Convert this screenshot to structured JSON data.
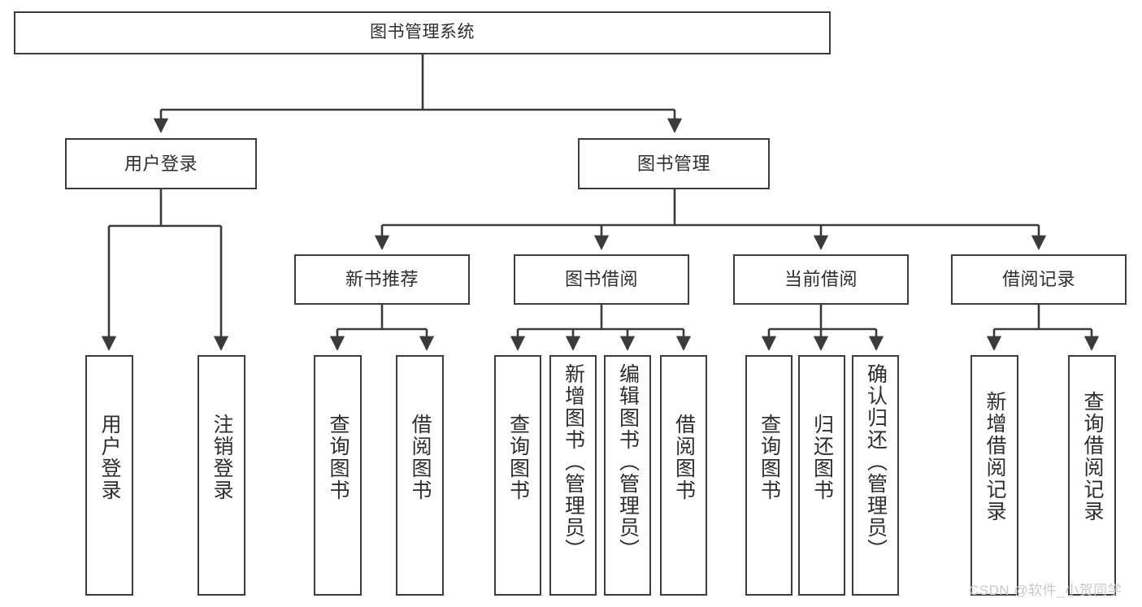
{
  "diagram": {
    "title": "图书管理系统",
    "type": "tree-hierarchy",
    "nodes": {
      "root": {
        "label": "图书管理系统"
      },
      "level2": [
        {
          "id": "user-login",
          "label": "用户登录"
        },
        {
          "id": "book-management",
          "label": "图书管理"
        }
      ],
      "level3": [
        {
          "id": "new-book-recommend",
          "label": "新书推荐",
          "parent": "book-management"
        },
        {
          "id": "book-borrow",
          "label": "图书借阅",
          "parent": "book-management"
        },
        {
          "id": "current-borrow",
          "label": "当前借阅",
          "parent": "book-management"
        },
        {
          "id": "borrow-record",
          "label": "借阅记录",
          "parent": "book-management"
        }
      ],
      "leaves": [
        {
          "id": "leaf-user-login",
          "label": "用户登录",
          "parent": "user-login"
        },
        {
          "id": "leaf-logout-login",
          "label": "注销登录",
          "parent": "user-login"
        },
        {
          "id": "leaf-query-book-1",
          "label": "查询图书",
          "parent": "new-book-recommend"
        },
        {
          "id": "leaf-borrow-book-1",
          "label": "借阅图书",
          "parent": "new-book-recommend"
        },
        {
          "id": "leaf-query-book-2",
          "label": "查询图书",
          "parent": "book-borrow"
        },
        {
          "id": "leaf-add-book",
          "label": "新增图书（管理员）",
          "parent": "book-borrow"
        },
        {
          "id": "leaf-edit-book",
          "label": "编辑图书（管理员）",
          "parent": "book-borrow"
        },
        {
          "id": "leaf-borrow-book-2",
          "label": "借阅图书",
          "parent": "book-borrow"
        },
        {
          "id": "leaf-query-book-3",
          "label": "查询图书",
          "parent": "current-borrow"
        },
        {
          "id": "leaf-return-book",
          "label": "归还图书",
          "parent": "current-borrow"
        },
        {
          "id": "leaf-confirm-return",
          "label": "确认归还（管理员）",
          "parent": "current-borrow"
        },
        {
          "id": "leaf-add-record",
          "label": "新增借阅记录",
          "parent": "borrow-record"
        },
        {
          "id": "leaf-query-record",
          "label": "查询借阅记录",
          "parent": "borrow-record"
        }
      ]
    },
    "colors": {
      "stroke": "#3b3b3b",
      "background": "#ffffff",
      "text": "#2e2e2e",
      "watermark": "#c9c9c9"
    }
  },
  "watermark": {
    "text": "CSDN @软件_小贺同学"
  }
}
